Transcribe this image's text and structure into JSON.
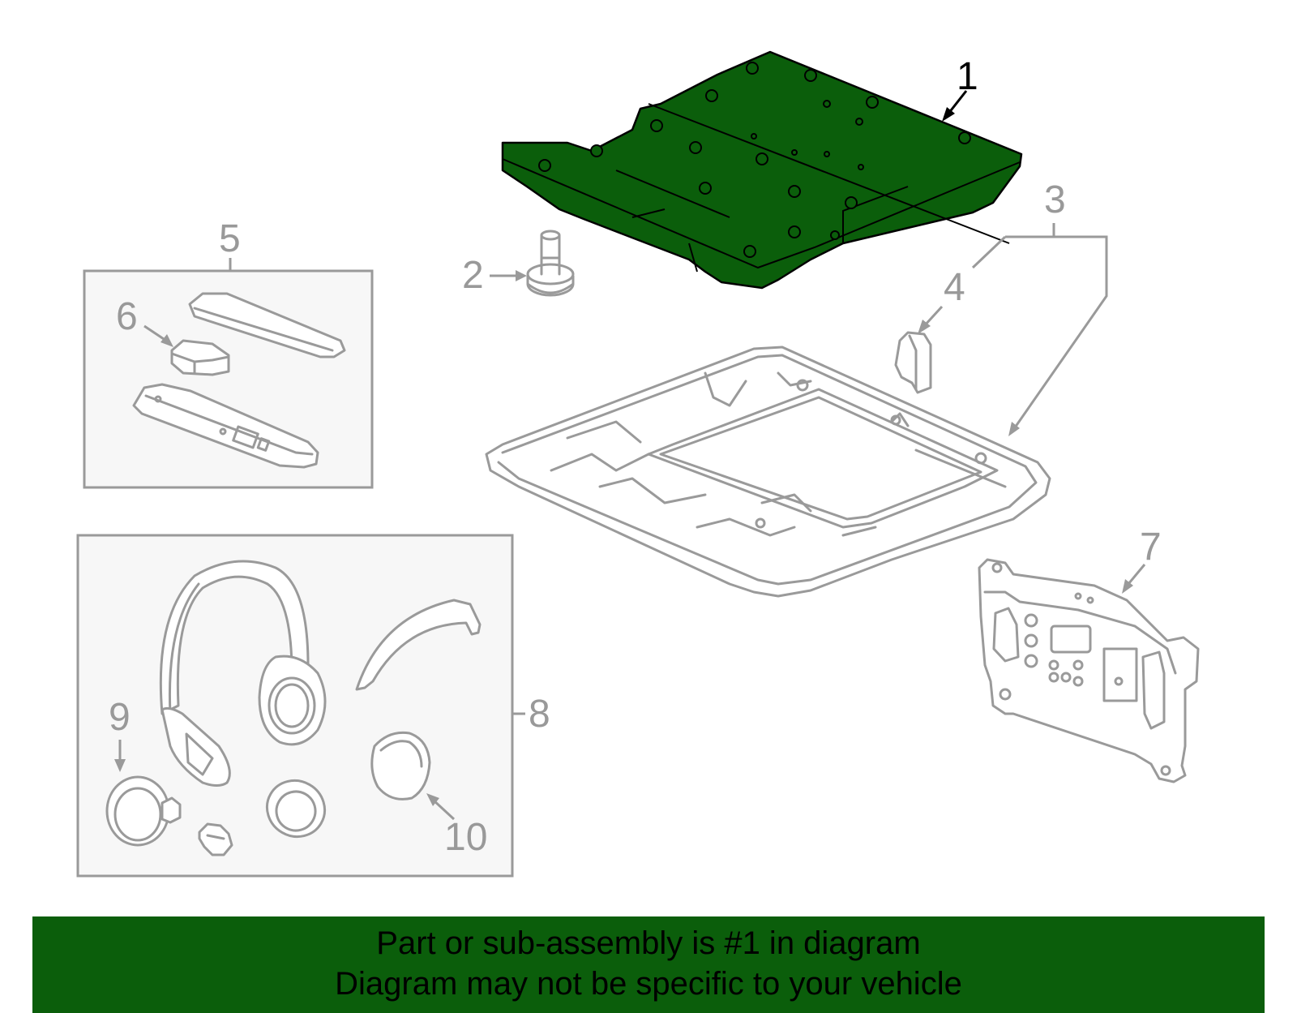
{
  "callouts": {
    "c1": "1",
    "c2": "2",
    "c3": "3",
    "c4": "4",
    "c5": "5",
    "c6": "6",
    "c7": "7",
    "c8": "8",
    "c9": "9",
    "c10": "10"
  },
  "highlight": {
    "part_number": "1",
    "color": "#0b5e0b"
  },
  "banner": {
    "line1": "Part or sub-assembly is #1 in diagram",
    "line2": "Diagram may not be specific to your vehicle",
    "color": "#0b5e0b"
  },
  "colors": {
    "outline": "#9a9a9a",
    "group_box": "#f7f7f7"
  }
}
